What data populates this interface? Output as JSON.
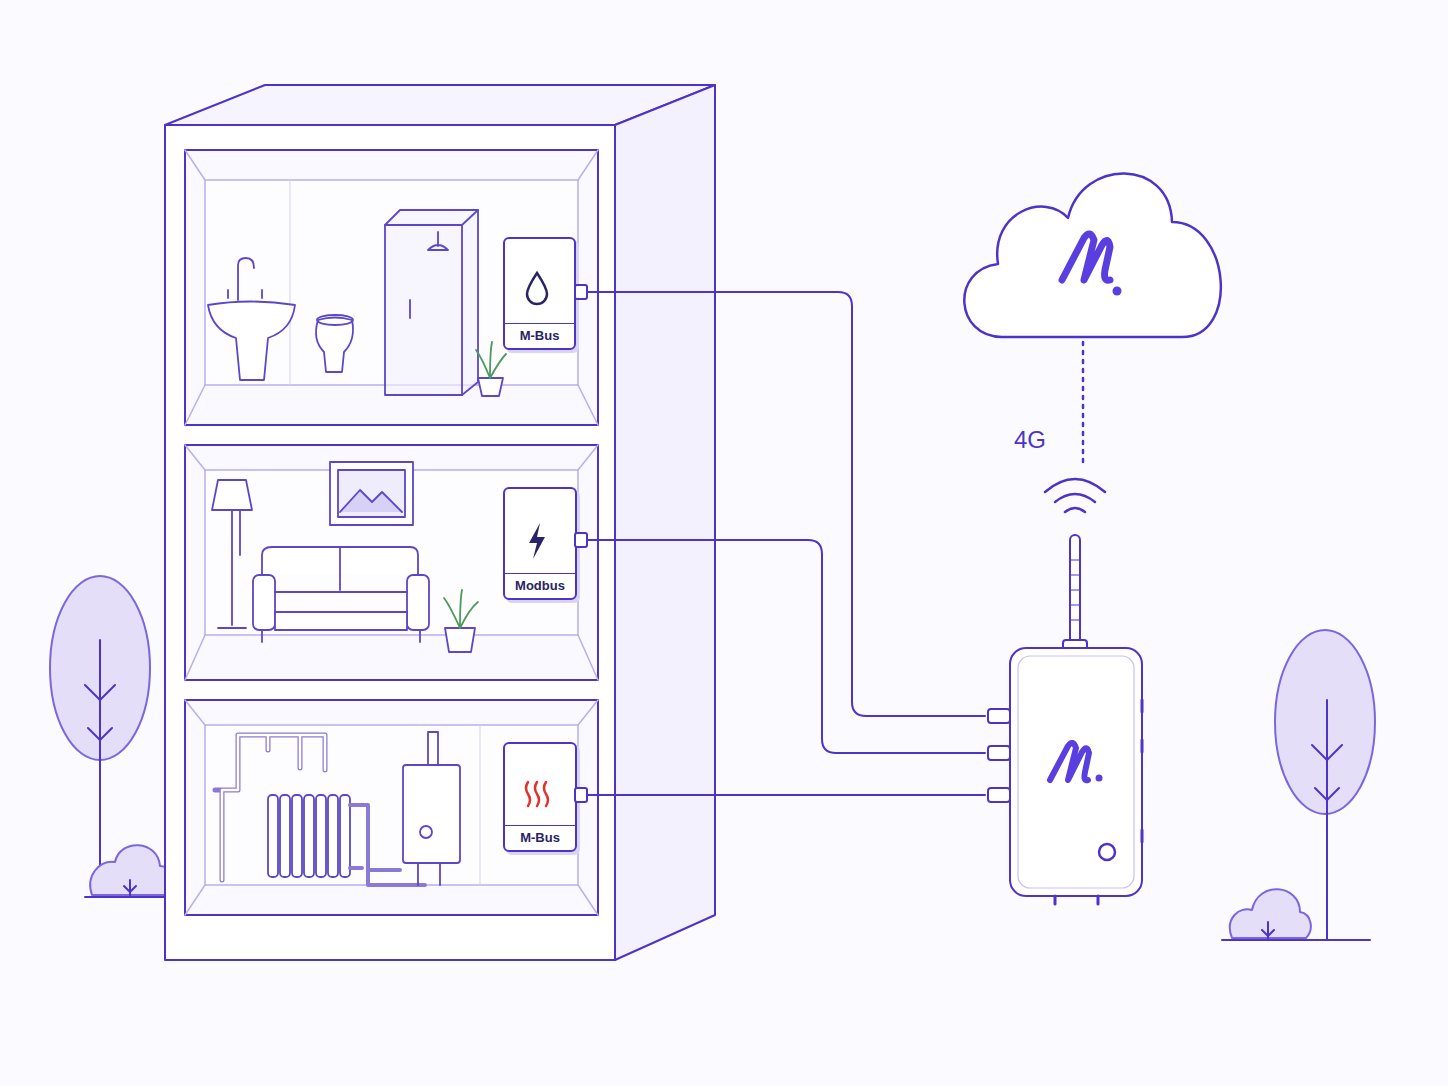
{
  "diagram": {
    "nodes": [
      {
        "text": [
          "M-Bus"
        ]
      },
      {
        "text": [
          "Modbus"
        ]
      },
      {
        "text": [
          "M-Bus"
        ]
      }
    ],
    "labels": [
      "4G"
    ]
  }
}
